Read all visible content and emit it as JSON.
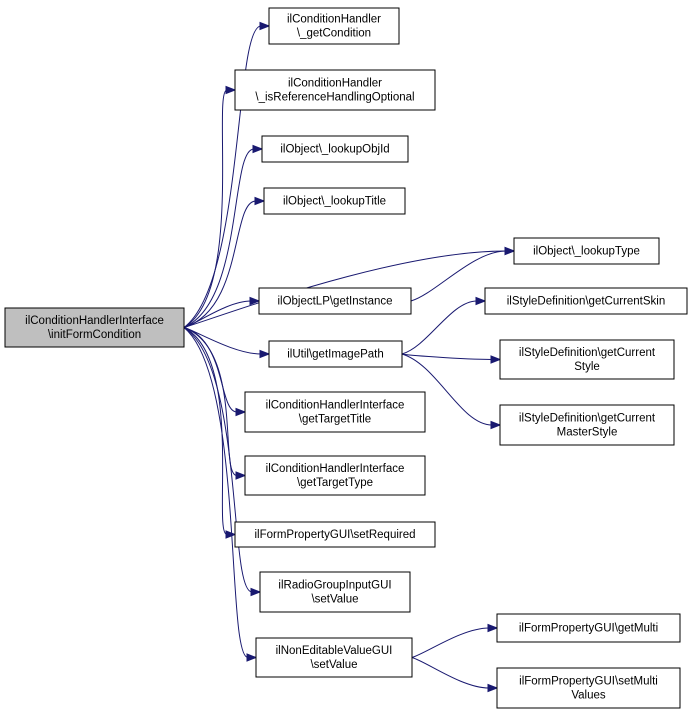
{
  "colors": {
    "root_fill": "#bfbfbf",
    "node_fill": "#ffffff",
    "edge": "#191970"
  },
  "nodes": [
    {
      "id": "root",
      "lines": [
        "ilConditionHandlerInterface",
        "\\initFormCondition"
      ],
      "root": true
    },
    {
      "id": "getCondition",
      "lines": [
        "ilConditionHandler",
        "\\_getCondition"
      ]
    },
    {
      "id": "isRefOpt",
      "lines": [
        "ilConditionHandler",
        "\\_isReferenceHandlingOptional"
      ]
    },
    {
      "id": "lookupObjId",
      "lines": [
        "ilObject\\_lookupObjId"
      ]
    },
    {
      "id": "lookupTitle",
      "lines": [
        "ilObject\\_lookupTitle"
      ]
    },
    {
      "id": "lookupType",
      "lines": [
        "ilObject\\_lookupType"
      ]
    },
    {
      "id": "getInstance",
      "lines": [
        "ilObjectLP\\getInstance"
      ]
    },
    {
      "id": "getImagePath",
      "lines": [
        "ilUtil\\getImagePath"
      ]
    },
    {
      "id": "getCurrentSkin",
      "lines": [
        "ilStyleDefinition\\getCurrentSkin"
      ]
    },
    {
      "id": "getCurrentStyle",
      "lines": [
        "ilStyleDefinition\\getCurrent",
        "Style"
      ]
    },
    {
      "id": "getCurrentMasterStyle",
      "lines": [
        "ilStyleDefinition\\getCurrent",
        "MasterStyle"
      ]
    },
    {
      "id": "getTargetTitle",
      "lines": [
        "ilConditionHandlerInterface",
        "\\getTargetTitle"
      ]
    },
    {
      "id": "getTargetType",
      "lines": [
        "ilConditionHandlerInterface",
        "\\getTargetType"
      ]
    },
    {
      "id": "setRequired",
      "lines": [
        "ilFormPropertyGUI\\setRequired"
      ]
    },
    {
      "id": "radioSetValue",
      "lines": [
        "ilRadioGroupInputGUI",
        "\\setValue"
      ]
    },
    {
      "id": "nonEditSetValue",
      "lines": [
        "ilNonEditableValueGUI",
        "\\setValue"
      ]
    },
    {
      "id": "getMulti",
      "lines": [
        "ilFormPropertyGUI\\getMulti"
      ]
    },
    {
      "id": "setMultiValues",
      "lines": [
        "ilFormPropertyGUI\\setMulti",
        "Values"
      ]
    }
  ],
  "edges": [
    {
      "from": "root",
      "to": "getCondition"
    },
    {
      "from": "root",
      "to": "isRefOpt"
    },
    {
      "from": "root",
      "to": "lookupObjId"
    },
    {
      "from": "root",
      "to": "lookupTitle"
    },
    {
      "from": "root",
      "to": "lookupType"
    },
    {
      "from": "root",
      "to": "getInstance"
    },
    {
      "from": "root",
      "to": "getImagePath"
    },
    {
      "from": "root",
      "to": "getTargetTitle"
    },
    {
      "from": "root",
      "to": "getTargetType"
    },
    {
      "from": "root",
      "to": "setRequired"
    },
    {
      "from": "root",
      "to": "radioSetValue"
    },
    {
      "from": "root",
      "to": "nonEditSetValue"
    },
    {
      "from": "getInstance",
      "to": "lookupType"
    },
    {
      "from": "getImagePath",
      "to": "getCurrentSkin"
    },
    {
      "from": "getImagePath",
      "to": "getCurrentStyle"
    },
    {
      "from": "getImagePath",
      "to": "getCurrentMasterStyle"
    },
    {
      "from": "nonEditSetValue",
      "to": "getMulti"
    },
    {
      "from": "nonEditSetValue",
      "to": "setMultiValues"
    }
  ]
}
